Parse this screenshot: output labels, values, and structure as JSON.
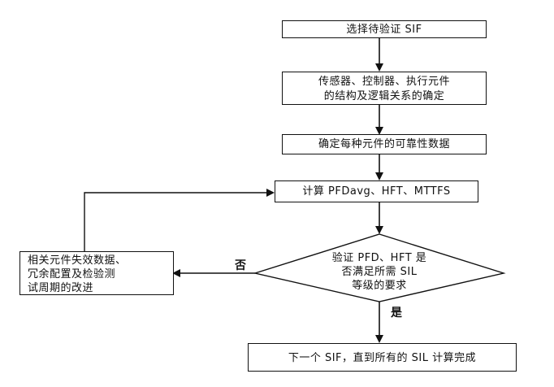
{
  "diagram": {
    "nodes": {
      "select_sif": "选择待验证 SIF",
      "structure_line1": "传感器、控制器、执行元件",
      "structure_line2": "的结构及逻辑关系的确定",
      "reliability_data": "确定每种元件的可靠性数据",
      "compute": "计算 PFDavg、HFT、MTTFS",
      "verify_line1": "验证 PFD、HFT 是",
      "verify_line2": "否满足所需 SIL",
      "verify_line3": "等级的要求",
      "improve_line1": "相关元件失效数据、",
      "improve_line2": "冗余配置及检验测",
      "improve_line3": "试周期的改进",
      "final": "下一个 SIF，直到所有的 SIL 计算完成"
    },
    "edge_labels": {
      "no": "否",
      "yes": "是"
    }
  }
}
